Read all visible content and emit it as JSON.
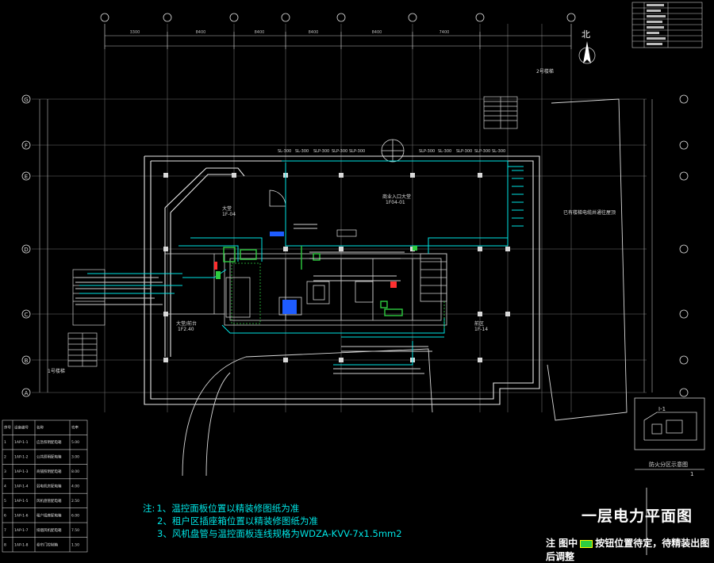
{
  "drawing": {
    "title": "一层电力平面图",
    "north_label": "北",
    "notes_label": "注:",
    "notes": [
      "1、温控面板位置以精装修图纸为准",
      "2、租户区插座箱位置以精装修图纸为准",
      "3、风机盘管与温控面板连线规格为WDZA-KVV-7x1.5mm2"
    ],
    "bottom_note_prefix": "注 图中",
    "bottom_note_suffix": "按钮位置待定，待精装出图后调整",
    "fire_zone_title": "防火分区示意图",
    "fire_zone_label": "I-1",
    "fire_zone_number": "1",
    "room_labels": [
      {
        "text": "大堂",
        "sub": "1F-04"
      },
      {
        "text": "商业入口大堂",
        "sub": "1F04-01"
      },
      {
        "text": "大堂/前台",
        "sub": "1F2.40"
      },
      {
        "text": "前区",
        "sub": "1F-14"
      }
    ],
    "annotation_right": "已有楼梯电缆井通往屋顶",
    "stair_left_label": "1号楼梯",
    "stair_right_label": "2号楼梯",
    "axis_rows": [
      "G",
      "F",
      "E",
      "D",
      "C",
      "B",
      "A"
    ],
    "dim_top": [
      "3300",
      "8400",
      "8400",
      "8400",
      "8400",
      "7400"
    ],
    "legend_table": {
      "headers": [
        "序号",
        "设备编号",
        "名称",
        "功率"
      ],
      "rows": [
        [
          "1",
          "1AP-1-1",
          "应急照明配电箱",
          "5.00"
        ],
        [
          "2",
          "1AP-1-2",
          "公共照明配电箱",
          "3.00"
        ],
        [
          "3",
          "1AP-1-3",
          "商铺照明配电箱",
          "8.00"
        ],
        [
          "4",
          "1AP-1-4",
          "弱电机房配电箱",
          "4.00"
        ],
        [
          "5",
          "1AP-1-5",
          "风机盘管配电箱",
          "2.50"
        ],
        [
          "6",
          "1AP-1-6",
          "租户插座配电箱",
          "6.00"
        ],
        [
          "7",
          "1AP-1-7",
          "排烟风机配电箱",
          "7.50"
        ],
        [
          "8",
          "1AP-1-8",
          "卷帘门控制箱",
          "1.50"
        ]
      ]
    },
    "title_block_rows": [
      "项目",
      "图名",
      "图号",
      "比例",
      "设计",
      "校对",
      "审核",
      "日期"
    ]
  }
}
